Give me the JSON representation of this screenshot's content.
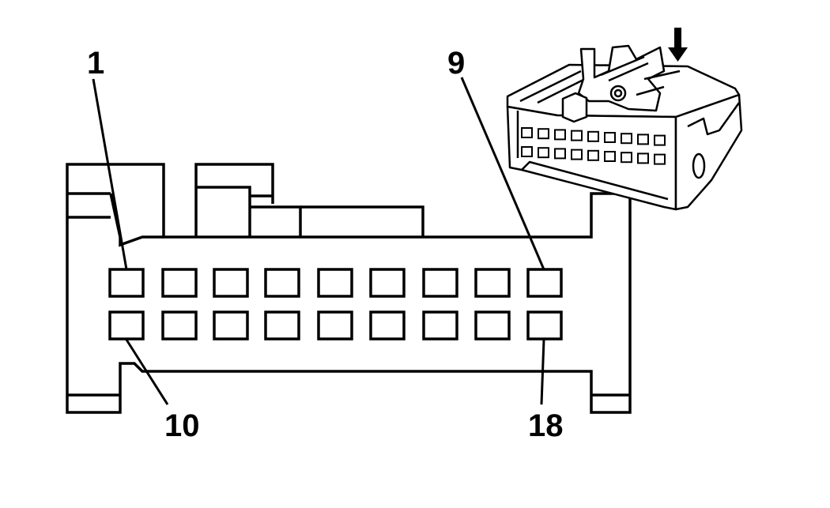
{
  "labels": {
    "pin_first_top": "1",
    "pin_last_top": "9",
    "pin_first_bottom": "10",
    "pin_last_bottom": "18"
  },
  "connector": {
    "pins_per_row": 9,
    "rows": 2,
    "pin_count": 18
  },
  "colors": {
    "line": "#000000",
    "background": "#ffffff"
  },
  "icons": {
    "insertion_arrow": "arrow-down-icon"
  }
}
